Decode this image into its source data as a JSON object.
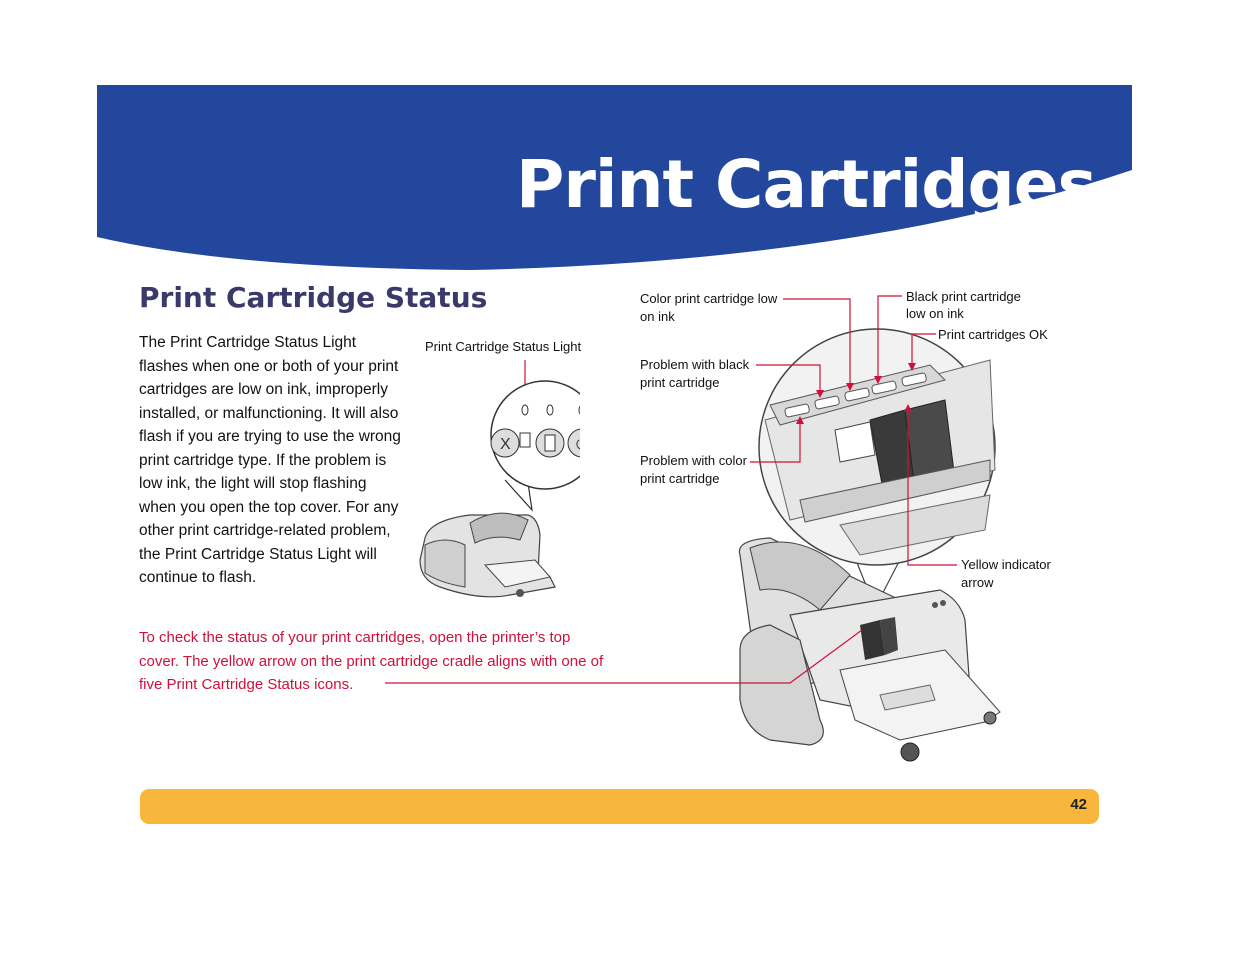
{
  "header": {
    "title": "Print Cartridges"
  },
  "section": {
    "heading": "Print Cartridge Status",
    "body": "The Print Cartridge Status Light flashes when one or both of your print cartridges are low on ink, improperly installed, or malfunctioning. It will also flash if you are trying to use the wrong print cartridge type. If the problem is low ink, the light will stop flashing when you open the top cover. For any other print cartridge-related problem, the Print Cartridge Status Light will continue to flash.",
    "instruction": "To check the status of your print cartridges, open the printer’s top cover. The yellow arrow on the print cartridge cradle aligns with one of five Print Cartridge Status icons."
  },
  "callouts": {
    "status_light": "Print Cartridge Status Light",
    "color_low_1": "Color print cartridge low",
    "color_low_2": "on ink",
    "black_low_1": "Black print cartridge",
    "black_low_2": "low on ink",
    "ok": "Print cartridges OK",
    "problem_black_1": "Problem with black",
    "problem_black_2": "print cartridge",
    "problem_color_1": "Problem with color",
    "problem_color_2": "print cartridge",
    "yellow_arrow_1": "Yellow indicator",
    "yellow_arrow_2": "arrow"
  },
  "footer": {
    "page_number": "42"
  },
  "colors": {
    "banner_blue": "#22479c",
    "accent_red": "#d0103a",
    "footer_yellow": "#f8b73c",
    "heading": "#3a3a6a"
  }
}
